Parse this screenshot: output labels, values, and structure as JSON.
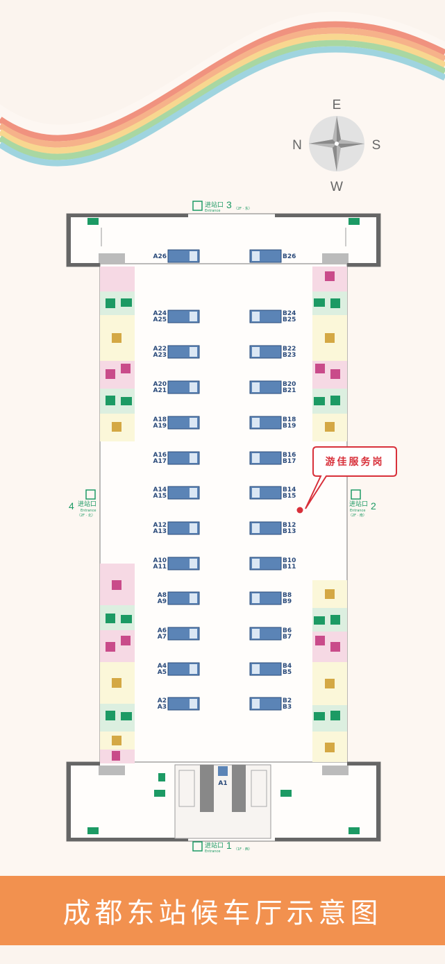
{
  "map_title": "成都东站候车厅示意图",
  "compass": {
    "top": "E",
    "bottom": "W",
    "left": "N",
    "right": "S"
  },
  "service_post": "游佳服务岗",
  "entrances": [
    {
      "id": "3",
      "label": "进站口",
      "sub": "Entrance",
      "note": "（2F · 东）"
    },
    {
      "id": "4",
      "label": "进站口",
      "sub": "Entrance",
      "note": "（2F · 北）"
    },
    {
      "id": "2",
      "label": "进站口",
      "sub": "Entrance",
      "note": "（2F · 南）"
    },
    {
      "id": "1",
      "label": "进站口",
      "sub": "Entrance",
      "note": "（1F · 西）"
    }
  ],
  "gates_left": [
    [
      "A26"
    ],
    [
      "A24",
      "A25"
    ],
    [
      "A22",
      "A23"
    ],
    [
      "A20",
      "A21"
    ],
    [
      "A18",
      "A19"
    ],
    [
      "A16",
      "A17"
    ],
    [
      "A14",
      "A15"
    ],
    [
      "A12",
      "A13"
    ],
    [
      "A10",
      "A11"
    ],
    [
      "A8",
      "A9"
    ],
    [
      "A6",
      "A7"
    ],
    [
      "A4",
      "A5"
    ],
    [
      "A2",
      "A3"
    ]
  ],
  "gates_right": [
    [
      "B26"
    ],
    [
      "B24",
      "B25"
    ],
    [
      "B22",
      "B23"
    ],
    [
      "B20",
      "B21"
    ],
    [
      "B18",
      "B19"
    ],
    [
      "B16",
      "B17"
    ],
    [
      "B14",
      "B15"
    ],
    [
      "B12",
      "B13"
    ],
    [
      "B10",
      "B11"
    ],
    [
      "B8",
      "B9"
    ],
    [
      "B6",
      "B7"
    ],
    [
      "B4",
      "B5"
    ],
    [
      "B2",
      "B3"
    ]
  ],
  "gate_bottom": "A1",
  "colors": {
    "title_band": "#f2914f",
    "entrance_green": "#1c9a64",
    "service_red": "#d8303a",
    "gate_blue": "#2a4a7a"
  },
  "icons": [
    "escalator-icon",
    "restroom-icon",
    "shop-icon",
    "water-icon",
    "atm-icon",
    "exit-icon",
    "entrance-icon",
    "info-icon",
    "nursery-icon"
  ]
}
